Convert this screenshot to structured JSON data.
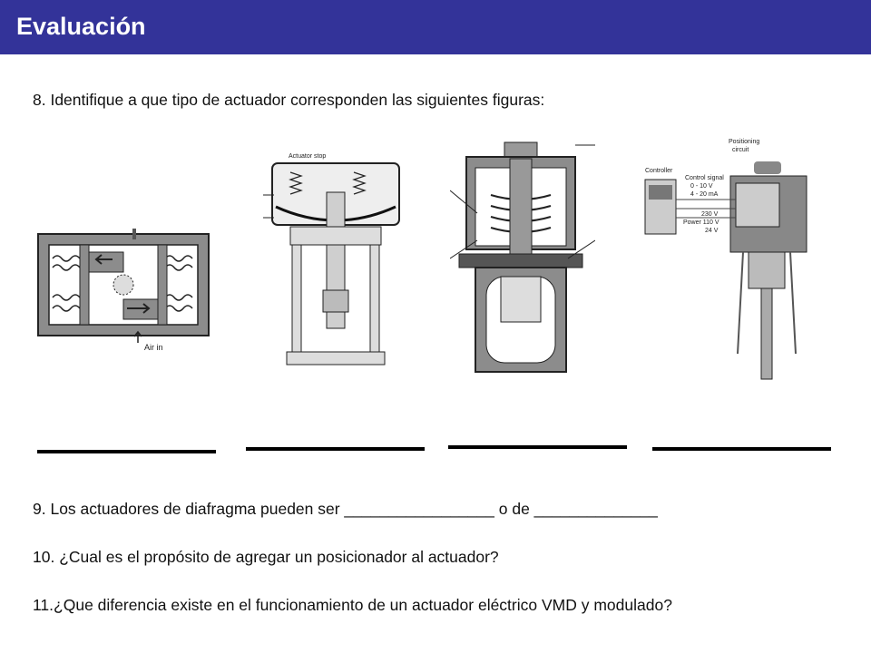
{
  "header": {
    "title": "Evaluación",
    "bg_color": "#333399",
    "text_color": "#ffffff"
  },
  "questions": {
    "q8": "8. Identifique a que tipo de actuador corresponden las siguientes figuras:",
    "q9": "9. Los actuadores de diafragma pueden ser _________________ o de ______________",
    "q10": "10. ¿Cual es el propósito de agregar un posicionador al actuador?",
    "q11": "11.¿Que diferencia existe en el funcionamiento de un actuador eléctrico VMD y modulado?"
  },
  "figures": {
    "fig1": {
      "label_air": "Air in"
    },
    "fig2": {
      "label_stop": "Actuator stop"
    },
    "fig4": {
      "label_controller": "Controller",
      "label_positioning": "Positioning",
      "label_circuit": "circuit",
      "label_signal": "Control signal",
      "label_range1": "0 - 10 V",
      "label_range2": "4 - 20 mA",
      "label_v230": "230 V",
      "label_power": "Power 110 V",
      "label_v24": "24 V"
    }
  }
}
